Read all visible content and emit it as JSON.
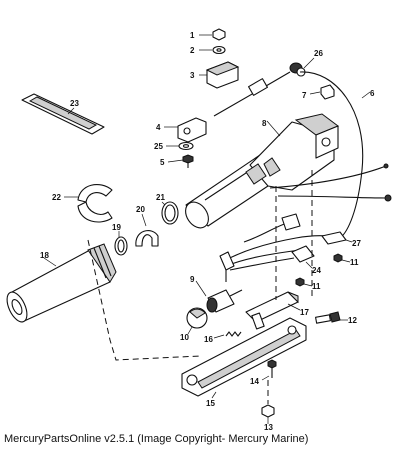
{
  "callouts": {
    "c1": "1",
    "c2": "2",
    "c3": "3",
    "c4": "4",
    "c5": "5",
    "c6": "6",
    "c7": "7",
    "c8": "8",
    "c9": "9",
    "c10": "10",
    "c11a": "11",
    "c11b": "11",
    "c12": "12",
    "c13": "13",
    "c14": "14",
    "c15": "15",
    "c16": "16",
    "c17": "17",
    "c18": "18",
    "c19": "19",
    "c20": "20",
    "c21": "21",
    "c22": "22",
    "c23": "23",
    "c24": "24",
    "c25": "25",
    "c26": "26",
    "c27": "27"
  },
  "footer": {
    "caption": "MercuryPartsOnline v2.5.1 (Image Copyright- Mercury Marine)"
  }
}
